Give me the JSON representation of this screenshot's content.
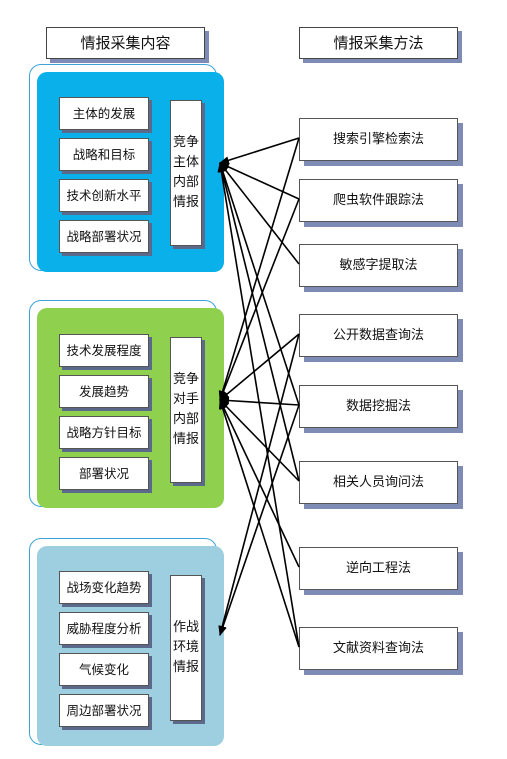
{
  "headers": {
    "left": "情报采集内容",
    "right": "情报采集方法"
  },
  "colors": {
    "group1": "#0ab0ea",
    "group2": "#8fd14f",
    "group3": "#9ecfe0",
    "outline": "#3aa3d8",
    "arrow": "#000000"
  },
  "groups": [
    {
      "target": "竞争主体内部情报",
      "items": [
        "主体的发展",
        "战略和目标",
        "技术创新水平",
        "战略部署状况"
      ]
    },
    {
      "target": "竞争对手内部情报",
      "items": [
        "技术发展程度",
        "发展趋势",
        "战略方针目标",
        "部署状况"
      ]
    },
    {
      "target": "作战环境情报",
      "items": [
        "战场变化趋势",
        "威胁程度分析",
        "气候变化",
        "周边部署状况"
      ]
    }
  ],
  "methods": [
    "搜索引擎检索法",
    "爬虫软件跟踪法",
    "敏感字提取法",
    "公开数据查询法",
    "数据挖掘法",
    "相关人员询问法",
    "逆向工程法",
    "文献资料查询法"
  ],
  "links": [
    {
      "from": 0,
      "to": 0
    },
    {
      "from": 1,
      "to": 0
    },
    {
      "from": 2,
      "to": 0
    },
    {
      "from": 4,
      "to": 0
    },
    {
      "from": 5,
      "to": 0
    },
    {
      "from": 7,
      "to": 0
    },
    {
      "from": 0,
      "to": 1
    },
    {
      "from": 1,
      "to": 1
    },
    {
      "from": 3,
      "to": 1
    },
    {
      "from": 4,
      "to": 1
    },
    {
      "from": 5,
      "to": 1
    },
    {
      "from": 6,
      "to": 1
    },
    {
      "from": 7,
      "to": 1
    },
    {
      "from": 3,
      "to": 2
    },
    {
      "from": 4,
      "to": 2
    }
  ]
}
